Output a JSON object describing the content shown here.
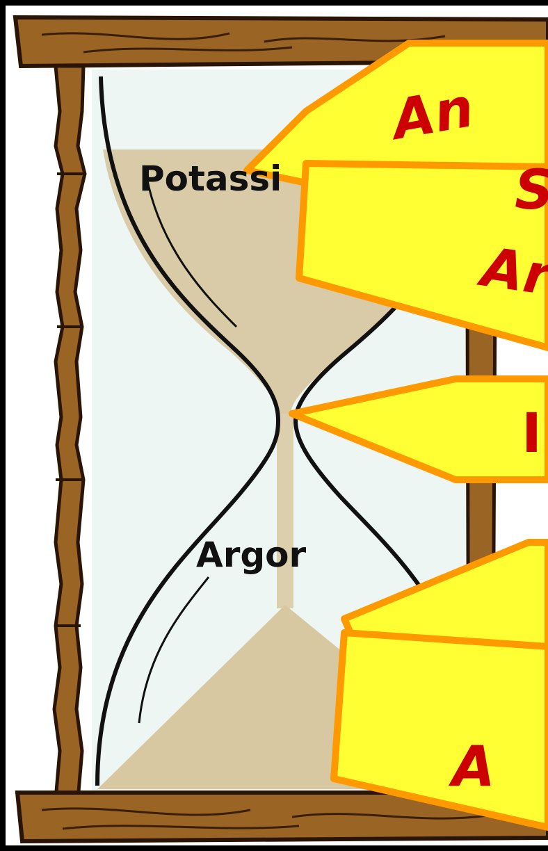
{
  "labels": {
    "top": "Potassi",
    "bottom": "Argor"
  },
  "callouts": [
    {
      "id": "callout-1",
      "text": "An"
    },
    {
      "id": "callout-2",
      "text": "S"
    },
    {
      "id": "callout-3",
      "text": "Ar"
    },
    {
      "id": "callout-4",
      "text": "I"
    },
    {
      "id": "callout-5",
      "text": ""
    },
    {
      "id": "callout-6",
      "text": "A"
    }
  ],
  "colors": {
    "wood": "#8a5a1e",
    "wood_dark": "#4a2a0a",
    "sand": "#d8c9a6",
    "glass": "#e9f4f1",
    "callout_fill": "#ffff33",
    "callout_stroke": "#ff9900",
    "callout_text": "#cc0000"
  }
}
